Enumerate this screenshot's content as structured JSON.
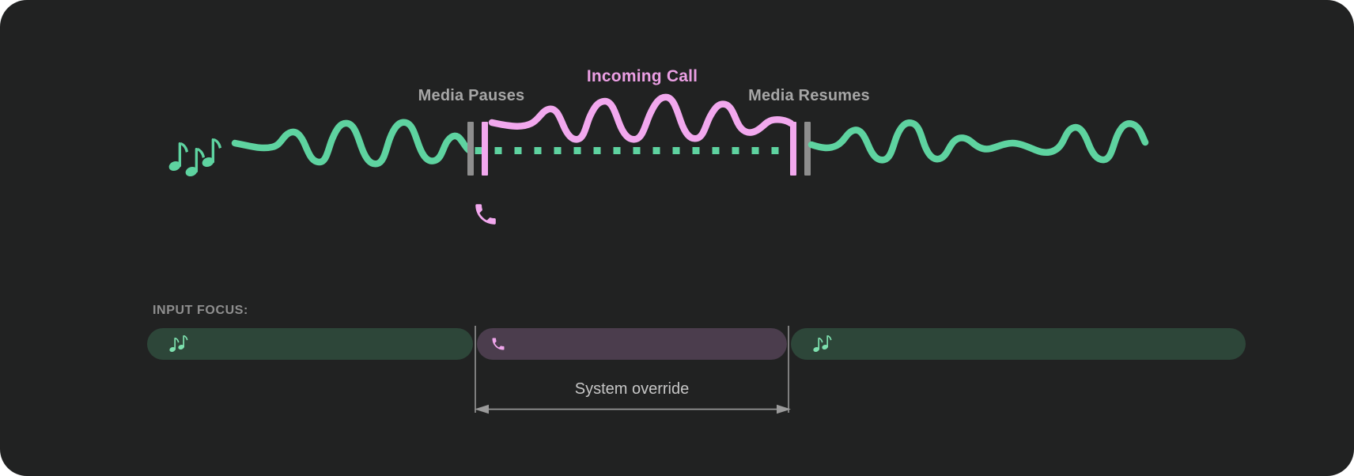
{
  "colors": {
    "page_bg": "#ffffff",
    "panel_bg": "#212222",
    "media_green": "#5ed3a0",
    "call_pink": "#f2a8ee",
    "marker_gray": "#8e8e8e",
    "pill_media_bg": "#2d4639",
    "pill_call_bg": "#4b3d4d",
    "pill_media_icon": "#7de0ae",
    "pill_call_icon": "#f0a6ec",
    "label_gray": "#a6a6a6",
    "incoming_pink": "#eb9fe4",
    "heading_gray": "#8f8f8f",
    "override_text": "#c7c7c7",
    "arrow_gray": "#9a9a9a",
    "guide_gray": "#7e7e7e"
  },
  "diagram": {
    "media_pauses": "Media Pauses",
    "incoming_call": "Incoming Call",
    "media_resumes": "Media Resumes",
    "icons": {
      "media_source": "music-notes-icon",
      "call_source": "phone-icon",
      "pause_marker": "pause-bars-icon",
      "resume_marker": "resume-bars-icon",
      "paused_media": "dotted-line"
    }
  },
  "focus": {
    "heading": "INPUT FOCUS:",
    "segments": [
      {
        "type": "media",
        "icon": "music-notes-icon"
      },
      {
        "type": "call",
        "icon": "phone-icon"
      },
      {
        "type": "media",
        "icon": "music-notes-icon"
      }
    ],
    "annotation": "System override"
  }
}
